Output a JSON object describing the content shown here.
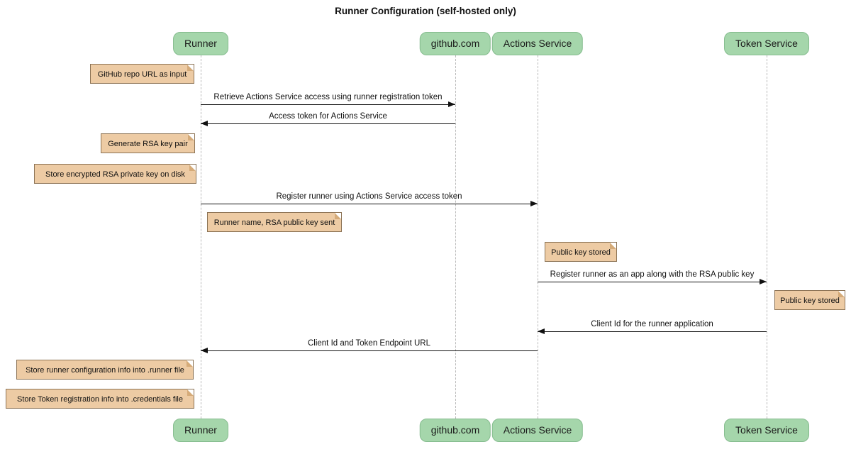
{
  "title": "Runner Configuration (self-hosted only)",
  "participants": [
    {
      "label": "Runner"
    },
    {
      "label": "github.com"
    },
    {
      "label": "Actions Service"
    },
    {
      "label": "Token Service"
    }
  ],
  "messages": [
    {
      "label": "Retrieve Actions Service access using runner registration token",
      "from": "Runner",
      "to": "github.com"
    },
    {
      "label": "Access token for Actions Service",
      "from": "github.com",
      "to": "Runner"
    },
    {
      "label": "Register runner using Actions Service access token",
      "from": "Runner",
      "to": "Actions Service"
    },
    {
      "label": "Register runner as an app along with the RSA public key",
      "from": "Actions Service",
      "to": "Token Service"
    },
    {
      "label": "Client Id for the runner application",
      "from": "Token Service",
      "to": "Actions Service"
    },
    {
      "label": "Client Id and Token Endpoint URL",
      "from": "Actions Service",
      "to": "Runner"
    }
  ],
  "notes": [
    {
      "label": "GitHub repo URL as input",
      "anchor": "Runner",
      "side": "left"
    },
    {
      "label": "Generate RSA key pair",
      "anchor": "Runner",
      "side": "left"
    },
    {
      "label": "Store encrypted RSA private key on disk",
      "anchor": "Runner",
      "side": "left"
    },
    {
      "label": "Runner name, RSA public key sent",
      "anchor": "Runner",
      "side": "right"
    },
    {
      "label": "Public key stored",
      "anchor": "Actions Service",
      "side": "right"
    },
    {
      "label": "Public key stored",
      "anchor": "Token Service",
      "side": "right"
    },
    {
      "label": "Store runner configuration info into .runner file",
      "anchor": "Runner",
      "side": "left"
    },
    {
      "label": "Store Token registration info into .credentials file",
      "anchor": "Runner",
      "side": "left"
    }
  ],
  "colors": {
    "participant_fill": "#A5D6AB",
    "participant_border": "#85BC8E",
    "note_fill": "#EDCBA4",
    "note_border": "#8C7355",
    "note_fold": "#D5AB79",
    "lifeline": "#B9B9B9",
    "arrow": "#111111",
    "background": "#FFFFFF"
  }
}
